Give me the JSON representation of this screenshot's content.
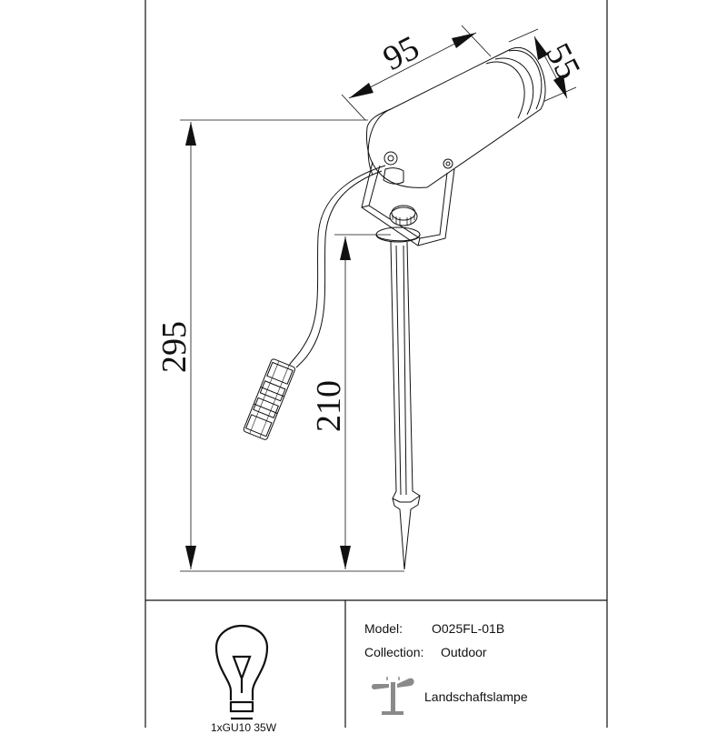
{
  "dimensions": {
    "width_top": "95",
    "diameter": "55",
    "total_height": "295",
    "spike_height": "210"
  },
  "info": {
    "model_label": "Model:",
    "model_value": "O025FL-01B",
    "collection_label": "Collection:",
    "collection_value": "Outdoor",
    "type_label": "Landschaftslampe",
    "lamp_spec_partial": "1xGU10 35W"
  },
  "icons": {
    "bulb": "light-bulb-icon",
    "landscape_lamp": "landscape-lamp-icon"
  },
  "colors": {
    "line": "#111111",
    "icon_gray": "#8a8a8a",
    "background": "#ffffff"
  }
}
